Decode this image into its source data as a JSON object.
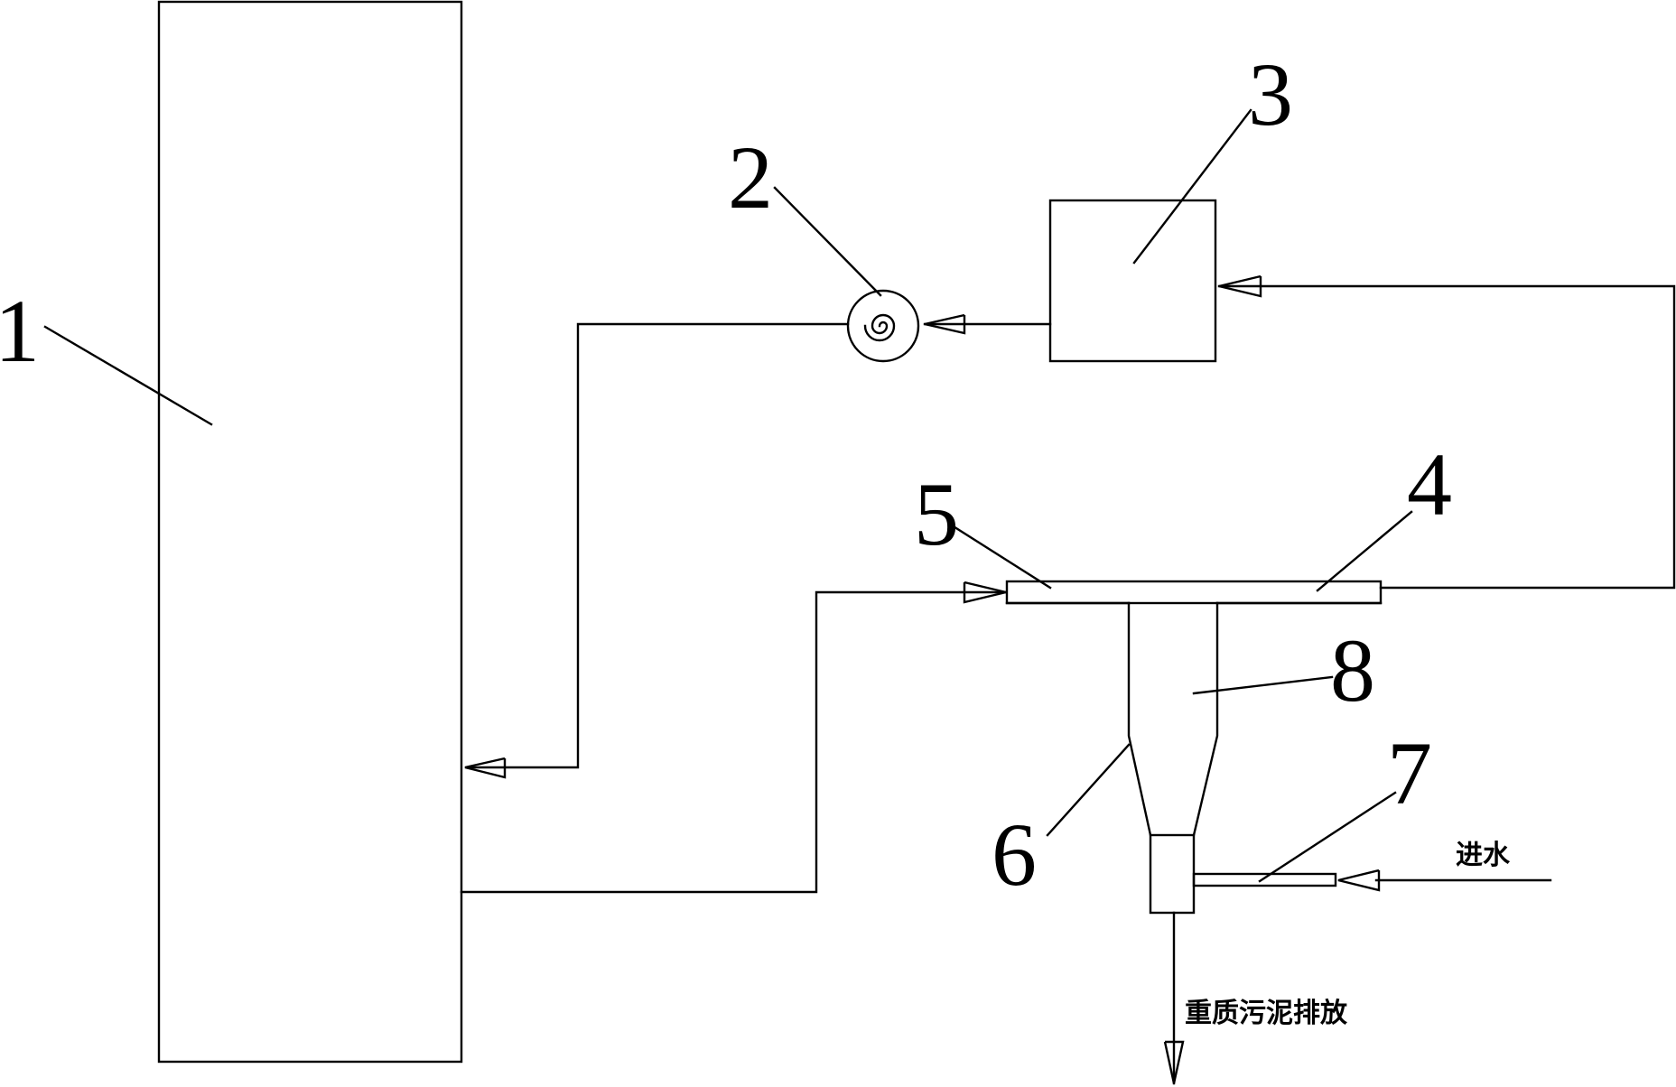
{
  "labels": {
    "n1": "1",
    "n2": "2",
    "n3": "3",
    "n4": "4",
    "n5": "5",
    "n6": "6",
    "n7": "7",
    "n8": "8"
  },
  "annotations": {
    "water_inlet": "进水",
    "heavy_sludge_discharge": "重质污泥排放"
  }
}
